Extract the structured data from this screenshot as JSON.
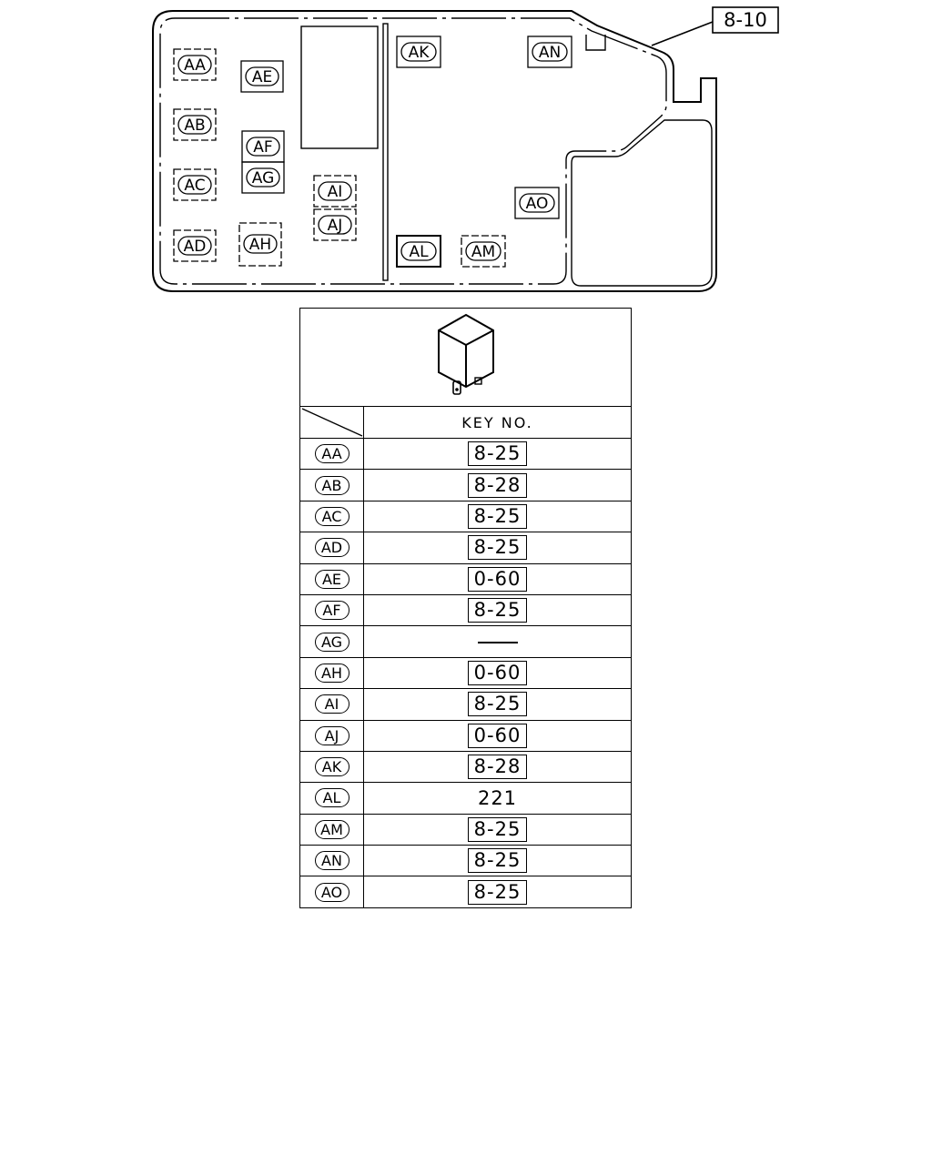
{
  "reference_key": "8-10",
  "diagram_slots": [
    "AA",
    "AB",
    "AC",
    "AD",
    "AE",
    "AF",
    "AG",
    "AH",
    "AI",
    "AJ",
    "AK",
    "AL",
    "AM",
    "AN",
    "AO"
  ],
  "table": {
    "header": "KEY NO.",
    "rows": [
      {
        "code": "AA",
        "key": "8-25",
        "boxed": true
      },
      {
        "code": "AB",
        "key": "8-28",
        "boxed": true
      },
      {
        "code": "AC",
        "key": "8-25",
        "boxed": true
      },
      {
        "code": "AD",
        "key": "8-25",
        "boxed": true
      },
      {
        "code": "AE",
        "key": "0-60",
        "boxed": true
      },
      {
        "code": "AF",
        "key": "8-25",
        "boxed": true
      },
      {
        "code": "AG",
        "key": "",
        "boxed": false
      },
      {
        "code": "AH",
        "key": "0-60",
        "boxed": true
      },
      {
        "code": "AI",
        "key": "8-25",
        "boxed": true
      },
      {
        "code": "AJ",
        "key": "0-60",
        "boxed": true
      },
      {
        "code": "AK",
        "key": "8-28",
        "boxed": true
      },
      {
        "code": "AL",
        "key": "221",
        "boxed": false
      },
      {
        "code": "AM",
        "key": "8-25",
        "boxed": true
      },
      {
        "code": "AN",
        "key": "8-25",
        "boxed": true
      },
      {
        "code": "AO",
        "key": "8-25",
        "boxed": true
      }
    ]
  }
}
